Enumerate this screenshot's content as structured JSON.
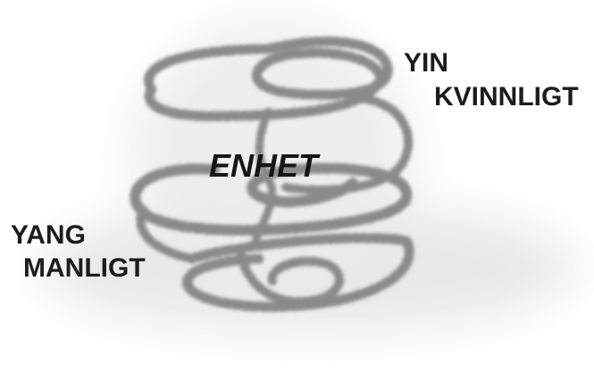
{
  "labels": {
    "yin_line1": "YIN",
    "yin_line2": "KVINNLIGT",
    "yang_line1": "YANG",
    "yang_line2": "MANLIGT",
    "center": "ENHET"
  },
  "colors": {
    "background": "#ffffff",
    "halo": "#e4e4e4",
    "coil": "#8a8a8a",
    "text": "#1c1c1c"
  }
}
